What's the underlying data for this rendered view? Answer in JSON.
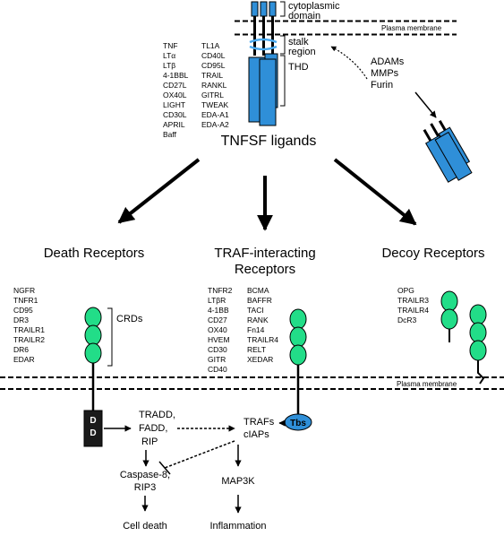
{
  "labels": {
    "cytoplasmic_domain": [
      "cytoplasmic",
      "domain"
    ],
    "plasma_membrane": "Plasma membrane",
    "stalk_region": [
      "stalk",
      "region"
    ],
    "thd": "THD",
    "proteases": [
      "ADAMs",
      "MMPs",
      "Furin"
    ],
    "ligand_title": "TNFSF ligands"
  },
  "ligands": {
    "col1": [
      "TNF",
      "LTα",
      "LTβ",
      "4-1BBL",
      "CD27L",
      "OX40L",
      "LIGHT",
      "CD30L",
      "APRIL",
      "Baff"
    ],
    "col2": [
      "TL1A",
      "CD40L",
      "CD95L",
      "TRAIL",
      "RANKL",
      "GITRL",
      "TWEAK",
      "EDA-A1",
      "EDA-A2"
    ]
  },
  "receptor_classes": {
    "death": "Death Receptors",
    "traf": [
      "TRAF-interacting",
      "Receptors"
    ],
    "decoy": "Decoy Receptors"
  },
  "death_receptors": [
    "NGFR",
    "TNFR1",
    "CD95",
    "DR3",
    "TRAILR1",
    "TRAILR2",
    "DR6",
    "EDAR"
  ],
  "crds": "CRDs",
  "traf_receptors": {
    "col1": [
      "TNFR2",
      "LTβR",
      "4-1BB",
      "CD27",
      "OX40",
      "HVEM",
      "CD30",
      "GITR",
      "CD40"
    ],
    "col2": [
      "BCMA",
      "BAFFR",
      "TACI",
      "RANK",
      "Fn14",
      "TRAILR4",
      "RELT",
      "XEDAR"
    ]
  },
  "decoy_receptors": [
    "OPG",
    "TRAILR3",
    "TRAILR4",
    "DcR3"
  ],
  "domains": {
    "dd": [
      "D",
      "D"
    ],
    "tbs": "Tbs"
  },
  "signaling": {
    "adaptors": [
      "TRADD,",
      "FADD,",
      "RIP"
    ],
    "caspase": [
      "Caspase-8,",
      "RIP3"
    ],
    "cell_death": "Cell death",
    "trafs": [
      "TRAFs",
      "cIAPs"
    ],
    "map3k": "MAP3K",
    "inflammation": "Inflammation"
  },
  "colors": {
    "thd_blue": "#2f8fd8",
    "crd_green": "#22dd88",
    "ink": "#000000"
  }
}
